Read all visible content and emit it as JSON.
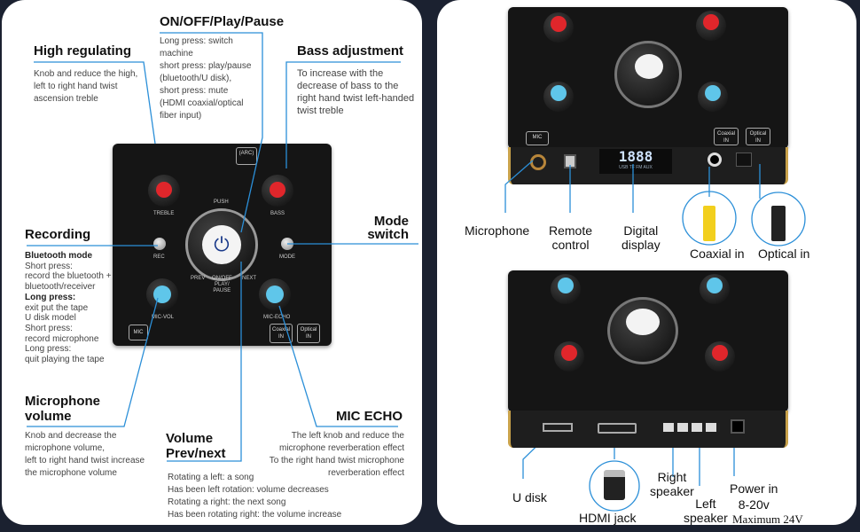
{
  "left": {
    "power": {
      "title": "ON/OFF/Play/Pause",
      "desc": [
        "Long press: switch",
        "machine",
        "short press: play/pause",
        "(bluetooth/U disk),",
        "short press: mute",
        "(HDMI coaxial/optical",
        "fiber input)"
      ]
    },
    "treble": {
      "title": "High regulating",
      "desc": [
        "Knob and reduce the high,",
        "left to right hand twist",
        "ascension treble"
      ]
    },
    "bass": {
      "title": "Bass adjustment",
      "desc": [
        "To increase with the",
        "decrease of bass to the",
        "right hand twist left-handed",
        "twist treble"
      ]
    },
    "mode": {
      "title": [
        "Mode",
        "switch"
      ]
    },
    "recording": {
      "title": "Recording",
      "desc": [
        "Bluetooth mode",
        "Short press:",
        "record the bluetooth +",
        "bluetooth/receiver",
        "Long press:",
        "exit put the tape",
        "U disk model",
        "Short press:",
        "record microphone",
        "Long press:",
        "quit playing the tape"
      ]
    },
    "micvol": {
      "title": [
        "Microphone",
        "volume"
      ],
      "desc": [
        "Knob and decrease the",
        "microphone volume,",
        "left to right hand twist increase",
        "the microphone volume"
      ]
    },
    "volume": {
      "title": [
        "Volume",
        "Prev/next"
      ],
      "desc": [
        "Rotating a left: a song",
        "Has been left rotation: volume decreases",
        "Rotating a right: the next song",
        "Has been rotating right: the volume increase"
      ]
    },
    "micecho": {
      "title": "MIC ECHO",
      "desc": [
        "The left knob and reduce the",
        "microphone reverberation effect",
        "To the right hand twist microphone",
        "reverberation effect"
      ]
    },
    "panel": {
      "treble": "TREBLE",
      "bass": "BASS",
      "push": "PUSH",
      "rec": "REC",
      "mode": "MODE",
      "prev": "PREV",
      "next": "NEXT",
      "onoff": "ON/OFF\nPLAY/\nPAUSE",
      "micvol": "MIC-VOL",
      "micecho": "MIC-ECHO",
      "mic": "MIC",
      "coaxial": "Coaxial\nIN",
      "optical": "Optical\nIN",
      "arc": "(ARC)"
    }
  },
  "right": {
    "top_labels": {
      "microphone": "Microphone",
      "remote": [
        "Remote",
        "control"
      ],
      "display": [
        "Digital",
        "display"
      ],
      "coaxial": "Coaxial in",
      "optical": "Optical in"
    },
    "display": {
      "digits": "1888",
      "modes": "USB TF FM AUX"
    },
    "bottom_labels": {
      "udisk": "U disk",
      "hdmi": "HDMI jack",
      "right_speaker": [
        "Right",
        "speaker"
      ],
      "left_speaker": [
        "Left",
        "speaker"
      ],
      "power": [
        "Power in",
        "8-20v"
      ],
      "max": "Maximum 24V"
    }
  },
  "colors": {
    "accent": "#2b8fd8",
    "red": "#e0262b",
    "blue": "#5fc6ea",
    "bg": "#1b2130"
  }
}
